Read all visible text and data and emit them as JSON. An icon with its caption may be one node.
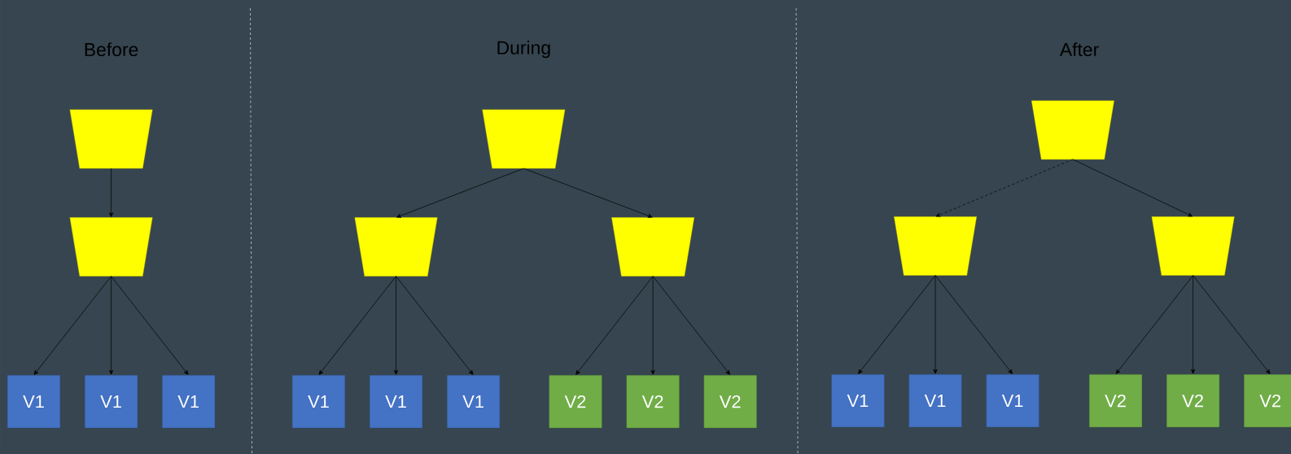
{
  "diagram": {
    "nodes": [
      {
        "text": [],
        "shape": "trapezoid"
      },
      {
        "text": [],
        "shape": "trapezoid"
      },
      {
        "text": [
          "V1"
        ]
      },
      {
        "text": [
          "V1"
        ]
      },
      {
        "text": [
          "V1"
        ]
      },
      {
        "text": [],
        "shape": "trapezoid"
      },
      {
        "text": [],
        "shape": "trapezoid"
      },
      {
        "text": [],
        "shape": "trapezoid"
      },
      {
        "text": [
          "V1"
        ]
      },
      {
        "text": [
          "V1"
        ]
      },
      {
        "text": [
          "V1"
        ]
      },
      {
        "text": [
          "V2"
        ]
      },
      {
        "text": [
          "V2"
        ]
      },
      {
        "text": [
          "V2"
        ]
      },
      {
        "text": [],
        "shape": "trapezoid"
      },
      {
        "text": [],
        "shape": "trapezoid"
      },
      {
        "text": [],
        "shape": "trapezoid"
      },
      {
        "text": [
          "V1"
        ]
      },
      {
        "text": [
          "V1"
        ]
      },
      {
        "text": [
          "V1"
        ]
      },
      {
        "text": [
          "V2"
        ]
      },
      {
        "text": [
          "V2"
        ]
      },
      {
        "text": [
          "V2"
        ]
      }
    ],
    "edges": [
      {
        "from": 0,
        "to": 1,
        "arrow": "to"
      },
      {
        "from": 1,
        "to": 2,
        "arrow": "to"
      },
      {
        "from": 1,
        "to": 3,
        "arrow": "to"
      },
      {
        "from": 1,
        "to": 4,
        "arrow": "to"
      },
      {
        "from": 5,
        "to": 6,
        "arrow": "to"
      },
      {
        "from": 5,
        "to": 7,
        "arrow": "to"
      },
      {
        "from": 6,
        "to": 8,
        "arrow": "to"
      },
      {
        "from": 6,
        "to": 9,
        "arrow": "to"
      },
      {
        "from": 6,
        "to": 10,
        "arrow": "to"
      },
      {
        "from": 7,
        "to": 11,
        "arrow": "to"
      },
      {
        "from": 7,
        "to": 12,
        "arrow": "to"
      },
      {
        "from": 7,
        "to": 13,
        "arrow": "to"
      },
      {
        "from": 14,
        "to": 15,
        "arrow": "to",
        "style": "dashed"
      },
      {
        "from": 14,
        "to": 16,
        "arrow": "to"
      },
      {
        "from": 15,
        "to": 17,
        "arrow": "to"
      },
      {
        "from": 15,
        "to": 18,
        "arrow": "to"
      },
      {
        "from": 15,
        "to": 19,
        "arrow": "to"
      },
      {
        "from": 16,
        "to": 20,
        "arrow": "to"
      },
      {
        "from": 16,
        "to": 21,
        "arrow": "to"
      },
      {
        "from": 16,
        "to": 22,
        "arrow": "to"
      }
    ],
    "labels": [
      "Before",
      "During",
      "After"
    ]
  }
}
